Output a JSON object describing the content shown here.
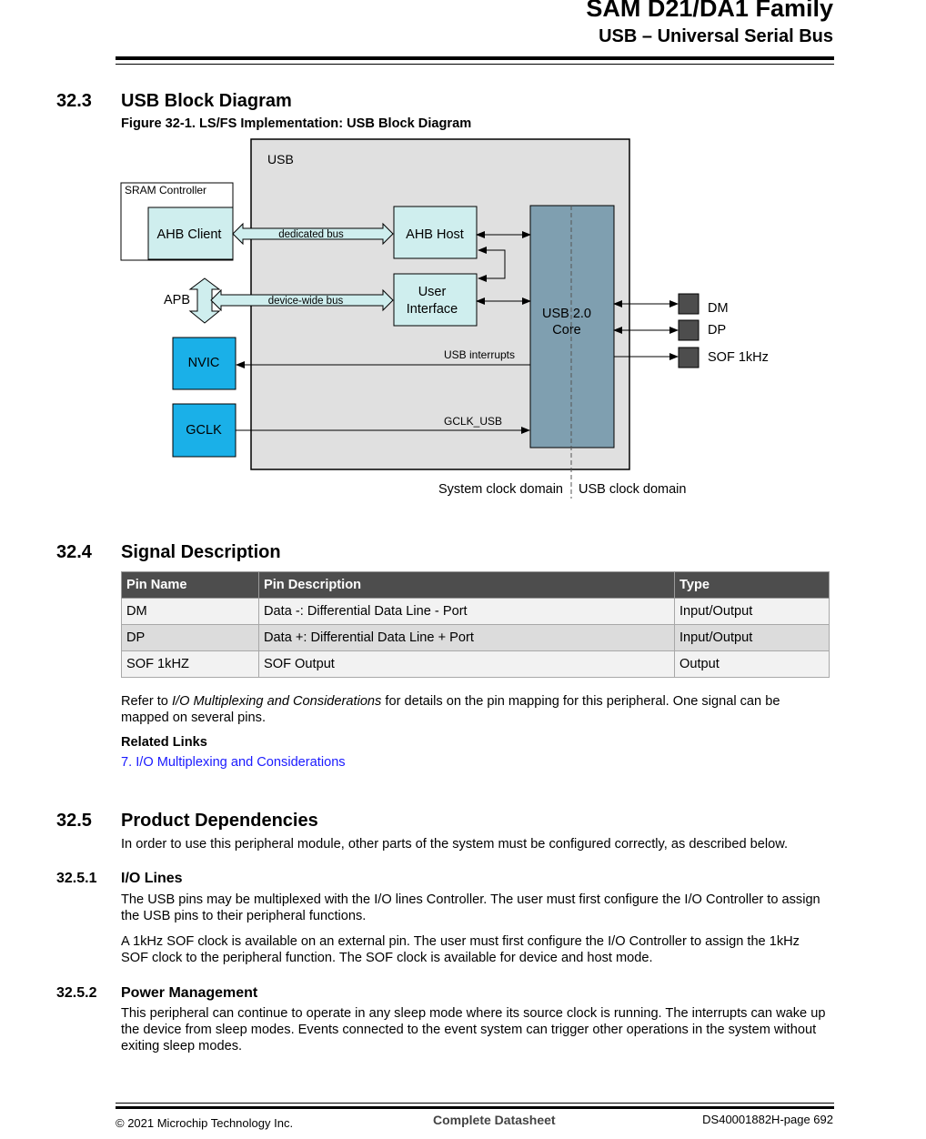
{
  "header": {
    "title": "SAM D21/DA1 Family",
    "subtitle": "USB – Universal Serial Bus"
  },
  "s323": {
    "num": "32.3",
    "title": "USB Block Diagram",
    "figure_caption": "Figure 32-1. LS/FS Implementation: USB Block Diagram"
  },
  "diagram": {
    "usb": "USB",
    "sram_controller": "SRAM Controller",
    "ahb_client": "AHB Client",
    "dedicated_bus": "dedicated bus",
    "ahb_host": "AHB Host",
    "apb": "APB",
    "device_wide_bus": "device-wide bus",
    "user_interface_1": "User",
    "user_interface_2": "Interface",
    "core_1": "USB 2.0",
    "core_2": "Core",
    "nvic": "NVIC",
    "usb_interrupts": "USB interrupts",
    "gclk": "GCLK",
    "gclk_usb": "GCLK_USB",
    "dm": "DM",
    "dp": "DP",
    "sof": "SOF 1kHz",
    "system_clock_domain": "System clock domain",
    "usb_clock_domain": "USB clock domain",
    "colors": {
      "blue_box": "#1ab0e8",
      "core": "#7f9fb0",
      "light_box": "#cfeeee",
      "usb_bg": "#e0e0e0"
    }
  },
  "s324": {
    "num": "32.4",
    "title": "Signal Description",
    "table": {
      "headers": [
        "Pin Name",
        "Pin Description",
        "Type"
      ],
      "rows": [
        [
          "DM",
          "Data -: Differential Data Line - Port",
          "Input/Output"
        ],
        [
          "DP",
          "Data +: Differential Data Line + Port",
          "Input/Output"
        ],
        [
          "SOF 1kHZ",
          "SOF Output",
          "Output"
        ]
      ]
    },
    "refer_pre": "Refer to ",
    "refer_italic": "I/O Multiplexing and Considerations",
    "refer_post": " for details on the pin mapping for this peripheral. One signal can be mapped on several pins.",
    "related_links": "Related Links",
    "link": "7.  I/O Multiplexing and Considerations"
  },
  "s325": {
    "num": "32.5",
    "title": "Product Dependencies",
    "intro": "In order to use this peripheral module, other parts of the system must be configured correctly, as described below.",
    "s1": {
      "num": "32.5.1",
      "title": "I/O Lines",
      "p1": "The USB pins may be multiplexed with the I/O lines Controller. The user must first configure the I/O Controller to assign the USB pins to their peripheral functions.",
      "p2": "A 1kHz SOF clock is available on an external pin. The user must first configure the I/O Controller to assign the 1kHz SOF clock to the peripheral function. The SOF clock is available for device and host mode."
    },
    "s2": {
      "num": "32.5.2",
      "title": "Power Management",
      "p1": "This peripheral can continue to operate in any sleep mode where its source clock is running. The interrupts can wake up the device from sleep modes. Events connected to the event system can trigger other operations in the system without exiting sleep modes."
    }
  },
  "footer": {
    "left": "© 2021 Microchip Technology Inc.",
    "center": "Complete Datasheet",
    "right": "DS40001882H-page 692"
  }
}
